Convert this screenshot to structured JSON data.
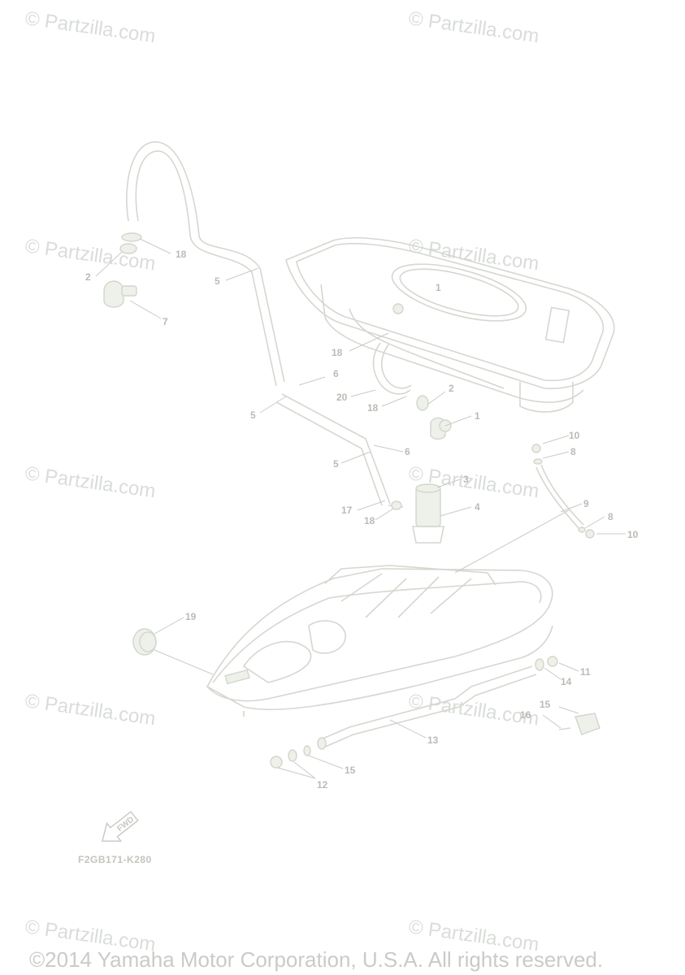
{
  "watermark": "© Partzilla.com",
  "diagram_code": "F2GB171-K280",
  "fwd_label": "FWD",
  "copyright": "©2014 Yamaha Motor Corporation, U.S.A. All rights reserved.",
  "callouts": {
    "c1": "1",
    "c1b": "1",
    "c2": "2",
    "c2b": "2",
    "c3": "3",
    "c4": "4",
    "c5a": "5",
    "c5b": "5",
    "c5c": "5",
    "c6a": "6",
    "c6b": "6",
    "c7": "7",
    "c8a": "8",
    "c8b": "8",
    "c9": "9",
    "c10a": "10",
    "c10b": "10",
    "c11": "11",
    "c12": "12",
    "c13": "13",
    "c14": "14",
    "c15a": "15",
    "c15b": "15",
    "c16": "16",
    "c17": "17",
    "c18a": "18",
    "c18b": "18",
    "c18c": "18",
    "c18d": "18",
    "c19": "19",
    "c20": "20"
  }
}
